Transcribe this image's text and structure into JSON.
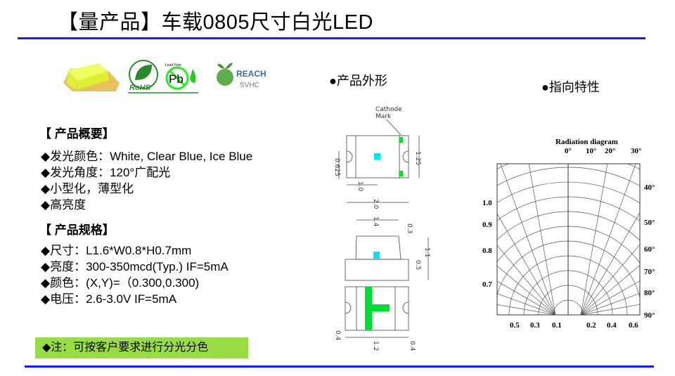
{
  "title": "【量产品】车载0805尺寸白光LED",
  "logos": {
    "rohs": "RoHS",
    "pb": "Pb",
    "lead_free": "Lead Free",
    "reach": "REACH",
    "svhc": "SVHC"
  },
  "sections": {
    "outline": "●产品外形",
    "directivity": "●指向特性"
  },
  "overview": {
    "heading": "【 产品概要】",
    "items": [
      "◆发光颜色：White, Clear Blue, Ice Blue",
      "◆发光角度：120°广配光",
      "◆小型化，薄型化",
      "◆高亮度"
    ]
  },
  "specs": {
    "heading": "【 产品规格】",
    "items": [
      "◆尺寸：L1.6*W0.8*H0.7mm",
      "◆亮度：300-350mcd(Typ.) IF=5mA",
      "◆颜色：(X,Y)=（0.300,0.300)",
      "◆电压：2.6-3.0V  IF=5mA"
    ]
  },
  "note": "◆注：可按客户要求进行分光分色",
  "drawing": {
    "cathode": "Cathode",
    "mark": "Mark",
    "d_0625": "0.625",
    "d_125": "1.25",
    "d_10": "1.0",
    "d_20": "2.0",
    "d_14": "1.4",
    "d_03": "0.3",
    "d_11": "1.1",
    "d_05": "0.5",
    "d_04a": "0.4",
    "d_12": "1.2",
    "d_04b": "0.4"
  },
  "colors": {
    "rule": "#1a1aff",
    "note_bg": "#99dd44",
    "green": "#00dd33",
    "cyan": "#00e5ee"
  },
  "chart_data": {
    "type": "polar",
    "title": "Radiation diagram",
    "angle_labels": [
      "0°",
      "10°",
      "20°",
      "30°",
      "40°",
      "50°",
      "60°",
      "70°",
      "80°",
      "90°"
    ],
    "left_labels": [
      "1.0",
      "0.9",
      "0.8",
      "0.7"
    ],
    "bottom_labels": [
      "0.5",
      "0.3",
      "0.1",
      "0.2",
      "0.4",
      "0.6"
    ]
  }
}
